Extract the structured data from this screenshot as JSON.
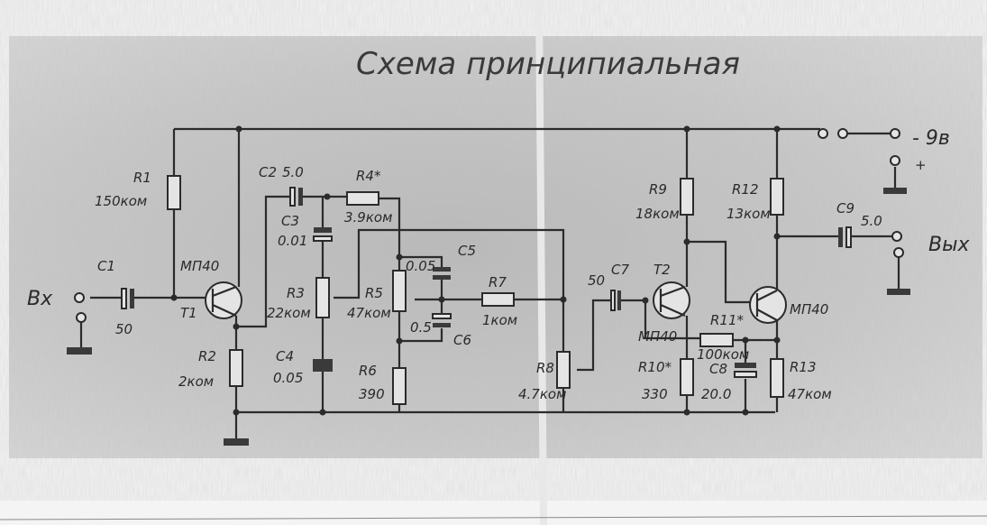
{
  "title": "Схема принципиальная",
  "terminals": {
    "input": "Вх",
    "output": "Вых",
    "supply": "- 9в",
    "plus": "+"
  },
  "components": {
    "C1": {
      "name": "C1",
      "value": "50"
    },
    "R1": {
      "name": "R1",
      "value": "150ком"
    },
    "T1": {
      "name": "T1",
      "type": "МП40"
    },
    "R2": {
      "name": "R2",
      "value": "2ком"
    },
    "C2": {
      "name": "C2",
      "value": "5.0"
    },
    "C3": {
      "name": "C3",
      "value": "0.01"
    },
    "R3": {
      "name": "R3",
      "value": "22ком"
    },
    "C4": {
      "name": "C4",
      "value": "0.05"
    },
    "R4": {
      "name": "R4*",
      "value": "3.9ком"
    },
    "R5": {
      "name": "R5",
      "value": "47ком"
    },
    "R6": {
      "name": "R6",
      "value": "390"
    },
    "C5": {
      "name": "C5",
      "value": "0.05"
    },
    "C6": {
      "name": "C6",
      "value": "0.5"
    },
    "R7": {
      "name": "R7",
      "value": "1ком"
    },
    "R8": {
      "name": "R8",
      "value": "4.7ком"
    },
    "C7": {
      "name": "C7",
      "value": "50"
    },
    "T2": {
      "name": "T2",
      "type": "МП40"
    },
    "R9": {
      "name": "R9",
      "value": "18ком"
    },
    "R10": {
      "name": "R10*",
      "value": "330"
    },
    "R11": {
      "name": "R11*",
      "value": "100ком"
    },
    "C8": {
      "name": "C8",
      "value": "20.0"
    },
    "T3": {
      "type": "МП40"
    },
    "R12": {
      "name": "R12",
      "value": "13ком"
    },
    "R13": {
      "name": "R13",
      "value": "47ком"
    },
    "C9": {
      "name": "C9",
      "value": "5.0"
    }
  }
}
